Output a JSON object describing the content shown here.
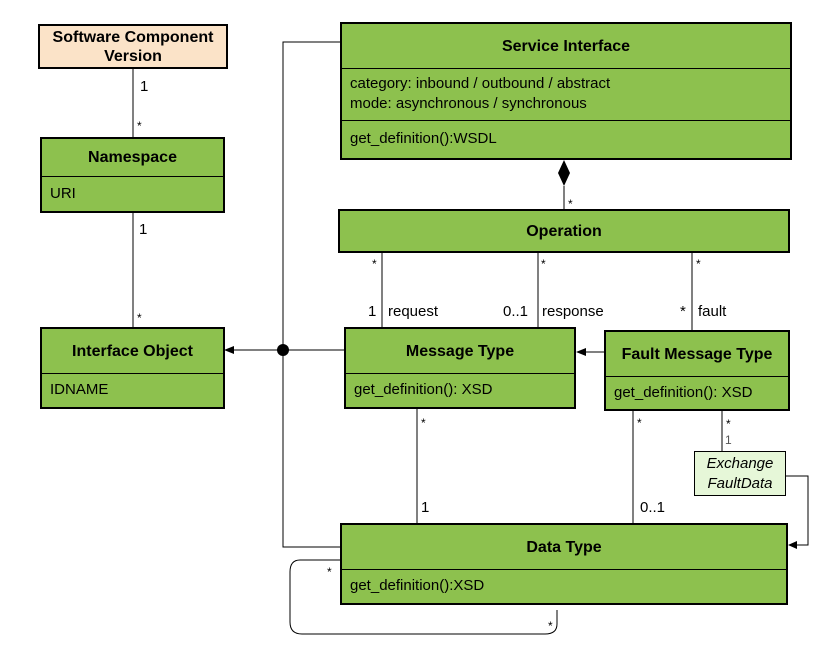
{
  "boxes": {
    "scv": {
      "title": "Software Component Version"
    },
    "namespace": {
      "title": "Namespace",
      "attrs": [
        "URI"
      ]
    },
    "interface_object": {
      "title": "Interface Object",
      "attrs": [
        "IDNAME"
      ]
    },
    "service_interface": {
      "title": "Service Interface",
      "attrs": [
        "category: inbound / outbound / abstract",
        "mode: asynchronous / synchronous"
      ],
      "methods": [
        "get_definition():WSDL"
      ]
    },
    "operation": {
      "title": "Operation"
    },
    "message_type": {
      "title": "Message Type",
      "methods": [
        "get_definition(): XSD"
      ]
    },
    "fault_message_type": {
      "title": "Fault Message Type",
      "methods": [
        "get_definition(): XSD"
      ]
    },
    "exchange_fault_data": {
      "line1": "Exchange",
      "line2": "FaultData"
    },
    "data_type": {
      "title": "Data Type",
      "methods": [
        "get_definition():XSD"
      ]
    }
  },
  "labels": {
    "scv_ns_one": "1",
    "scv_ns_star": "*",
    "ns_io_one": "1",
    "ns_io_star": "*",
    "si_op_star": "*",
    "req_star": "*",
    "req_one": "1",
    "req_role": "request",
    "resp_star": "*",
    "resp_mult": "0..1",
    "resp_role": "response",
    "fault_star_top": "*",
    "fault_star": "*",
    "fault_role": "fault",
    "mt_dt_star": "*",
    "mt_dt_one": "1",
    "fmt_dt_star": "*",
    "fmt_dt_mult": "0..1",
    "fmt_efd_star": "*",
    "fmt_efd_one": "1",
    "dt_self_star1": "*",
    "dt_self_star2": "*"
  },
  "colors": {
    "class_fill": "#8dc14e",
    "root_fill": "#fbe3c8",
    "assoc_fill": "#e6f7d8",
    "line": "#000000"
  }
}
